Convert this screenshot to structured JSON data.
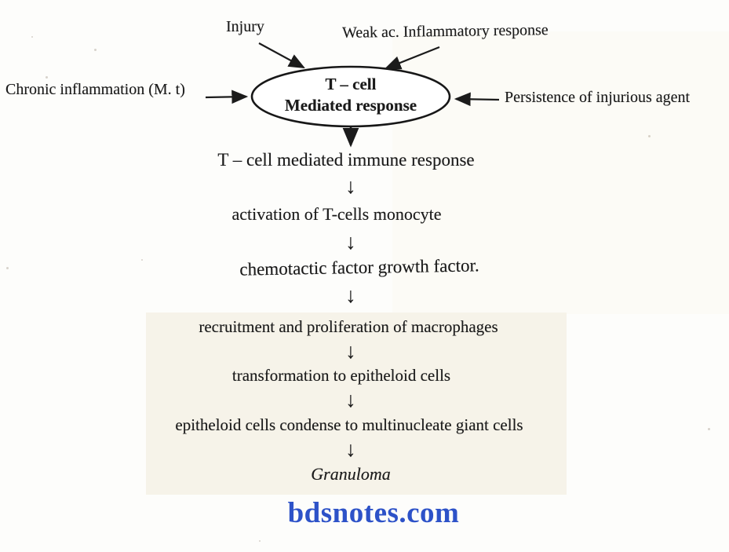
{
  "page": {
    "ink_color": "#1b1b1b",
    "panel_color": "#f6f3e9"
  },
  "diagram": {
    "top_inputs": [
      {
        "label": "Injury"
      },
      {
        "label": "Weak ac. Inflammatory response"
      }
    ],
    "left_input": {
      "label": "Chronic inflammation (M. t)"
    },
    "right_input": {
      "label": "Persistence of injurious agent"
    },
    "ellipse": {
      "line1": "T – cell",
      "line2": "Mediated response"
    },
    "flow_steps": [
      "T – cell mediated immune response",
      "activation of T-cells monocyte",
      "chemotactic factor growth factor.",
      "recruitment and proliferation of macrophages",
      "transformation to epitheloid cells",
      "epitheloid cells condense to multinucleate giant cells",
      "Granuloma"
    ],
    "down_arrow": "↓"
  },
  "footer": {
    "watermark": "bdsnotes.com",
    "watermark_color": "#2d52c8"
  }
}
